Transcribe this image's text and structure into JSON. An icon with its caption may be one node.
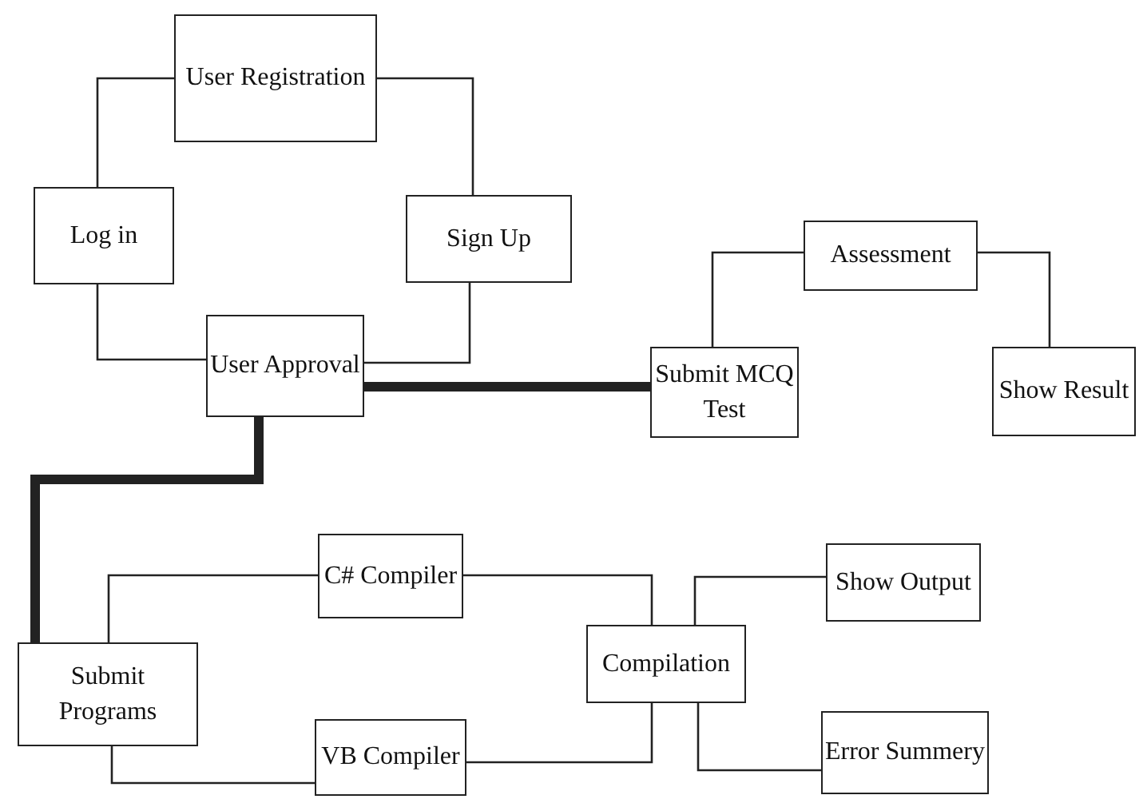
{
  "diagram": {
    "nodes": [
      {
        "text": [
          "User Registration"
        ]
      },
      {
        "text": [
          "Log in"
        ]
      },
      {
        "text": [
          "Sign Up"
        ]
      },
      {
        "text": [
          "User Approval"
        ]
      },
      {
        "text": [
          "Submit MCQ Test"
        ]
      },
      {
        "text": [
          "Assessment"
        ]
      },
      {
        "text": [
          "Show Result"
        ]
      },
      {
        "text": [
          "C# Compiler"
        ]
      },
      {
        "text": [
          "Submit Programs"
        ]
      },
      {
        "text": [
          "VB Compiler"
        ]
      },
      {
        "text": [
          "Compilation"
        ]
      },
      {
        "text": [
          "Show Output"
        ]
      },
      {
        "text": [
          "Error Summery"
        ]
      }
    ],
    "edges": [
      {
        "from": 0,
        "to": 1,
        "arrow": "none"
      },
      {
        "from": 0,
        "to": 2,
        "arrow": "none"
      },
      {
        "from": 1,
        "to": 3,
        "arrow": "none"
      },
      {
        "from": 2,
        "to": 3,
        "arrow": "none"
      },
      {
        "from": 3,
        "to": 4,
        "arrow": "none",
        "style": "thick"
      },
      {
        "from": 3,
        "to": 8,
        "arrow": "none",
        "style": "thick"
      },
      {
        "from": 4,
        "to": 5,
        "arrow": "none"
      },
      {
        "from": 5,
        "to": 6,
        "arrow": "none"
      },
      {
        "from": 8,
        "to": 7,
        "arrow": "none"
      },
      {
        "from": 8,
        "to": 9,
        "arrow": "none"
      },
      {
        "from": 7,
        "to": 10,
        "arrow": "none"
      },
      {
        "from": 9,
        "to": 10,
        "arrow": "none"
      },
      {
        "from": 10,
        "to": 11,
        "arrow": "none"
      },
      {
        "from": 10,
        "to": 12,
        "arrow": "none"
      }
    ]
  }
}
